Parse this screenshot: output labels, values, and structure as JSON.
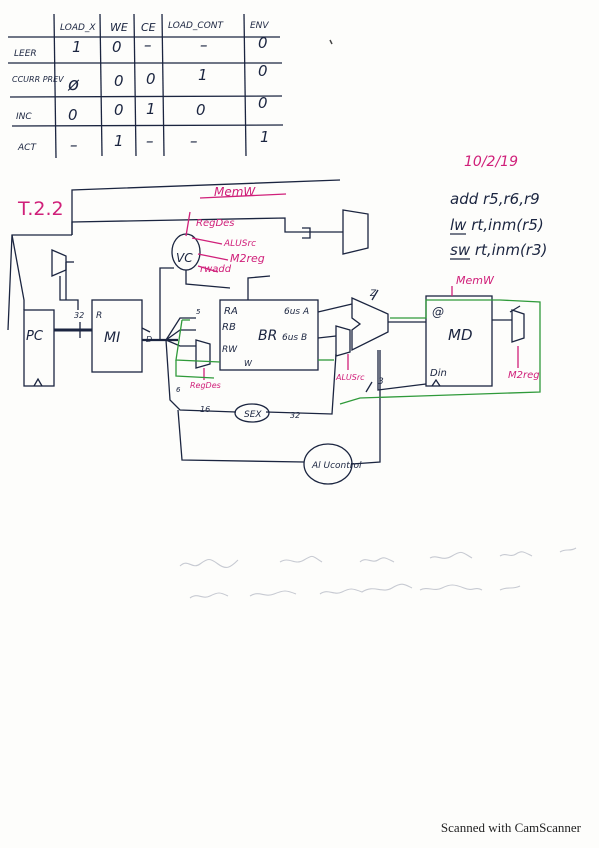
{
  "table": {
    "headers": [
      "LOAD_X",
      "WE",
      "CE",
      "LOAD_CONT",
      "ENV"
    ],
    "rows": [
      {
        "label": "LEER",
        "cells": [
          "1",
          "0",
          "–",
          "–",
          "0"
        ]
      },
      {
        "label": "CCURR PREV",
        "cells": [
          "ø",
          "0",
          "0",
          "1",
          "0"
        ]
      },
      {
        "label": "INC",
        "cells": [
          "0",
          "0",
          "1",
          "0",
          "0"
        ]
      },
      {
        "label": "ACT",
        "cells": [
          "–",
          "1",
          "–",
          "–",
          "1"
        ]
      }
    ]
  },
  "diagram": {
    "title": "T.2.2",
    "memw_top": "MemW",
    "regdes": "RegDes",
    "alusrc": "ALUSrc",
    "m2reg": "M2reg",
    "rwadd": "rwadd",
    "vc": "VC",
    "pc": "PC",
    "mi": "MI",
    "br": "BR",
    "ra": "RA",
    "rb": "RB",
    "rw": "RW",
    "busa": "6us A",
    "busb": "6us B",
    "md": "MD",
    "at": "@",
    "din": "Din",
    "memw_right": "MemW",
    "m2reg_right": "M2reg",
    "alusrc_bottom": "ALUSrc",
    "regdes_bottom": "RegDes",
    "sext": "SEX",
    "alucontrol": "Al Ucontrol",
    "r_label": "R",
    "d_label": "D",
    "z_label": "Z",
    "w_label": "W",
    "n32a": "32",
    "n32b": "32",
    "n16": "16",
    "n3": "3",
    "n5": "5",
    "n6": "6"
  },
  "notes": {
    "date": "10/2/19",
    "line1": "add r5,r6,r9",
    "line2": "lw rt,inm(r5)",
    "line3": "sw rt,inm(r3)"
  },
  "footer": "Scanned with CamScanner"
}
